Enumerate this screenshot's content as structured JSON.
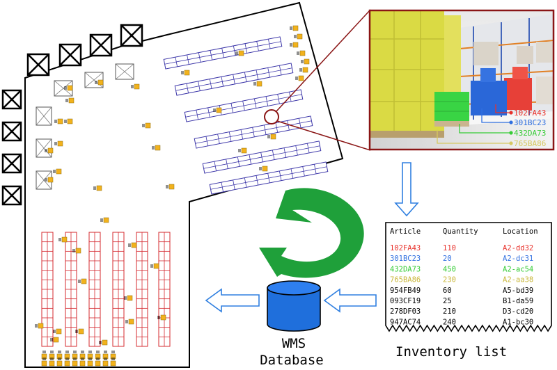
{
  "colors": {
    "red": "#e8312b",
    "blue": "#2f6fe0",
    "green": "#35cc35",
    "yellow": "#c9b73a",
    "black": "#000000",
    "rack_blue": "#3b35a8",
    "rack_red": "#d4282e",
    "forklift": "#f2b21c",
    "cycle_green": "#1fa03a",
    "db_blue": "#1f6fdc",
    "photo_frame": "#8a1515"
  },
  "icons": {
    "loading_dock": "crossed-box-icon",
    "forklift": "forklift-icon",
    "database": "database-cylinder-icon",
    "cycle": "cycle-arrow-icon",
    "flow_arrow": "hollow-arrow-icon",
    "photo": "warehouse-shelves-photo"
  },
  "photo_tags": [
    {
      "code": "102FA43",
      "color": "#e8312b"
    },
    {
      "code": "301BC23",
      "color": "#2f6fe0"
    },
    {
      "code": "432DA73",
      "color": "#35cc35"
    },
    {
      "code": "765BA86",
      "color": "#d6c860"
    }
  ],
  "inventory": {
    "title": "Inventory list",
    "headers": {
      "article": "Article",
      "quantity": "Quantity",
      "location": "Location"
    },
    "rows": [
      {
        "article": "102FA43",
        "quantity": "110",
        "location": "A2-dd32",
        "color": "#e8312b"
      },
      {
        "article": "301BC23",
        "quantity": "20",
        "location": "A2-dc31",
        "color": "#2f6fe0"
      },
      {
        "article": "432DA73",
        "quantity": "450",
        "location": "A2-ac54",
        "color": "#35cc35"
      },
      {
        "article": "765BA86",
        "quantity": "230",
        "location": "A2-aa38",
        "color": "#c9b73a"
      },
      {
        "article": "954FB49",
        "quantity": "60",
        "location": "A5-bd39",
        "color": "#000000"
      },
      {
        "article": "093CF19",
        "quantity": "25",
        "location": "B1-da59",
        "color": "#000000"
      },
      {
        "article": "278DF03",
        "quantity": "210",
        "location": "D3-cd20",
        "color": "#000000"
      },
      {
        "article": "947AC74",
        "quantity": "240",
        "location": "A1-bc30",
        "color": "#000000"
      }
    ]
  },
  "database": {
    "line1": "WMS",
    "line2": "Database"
  }
}
